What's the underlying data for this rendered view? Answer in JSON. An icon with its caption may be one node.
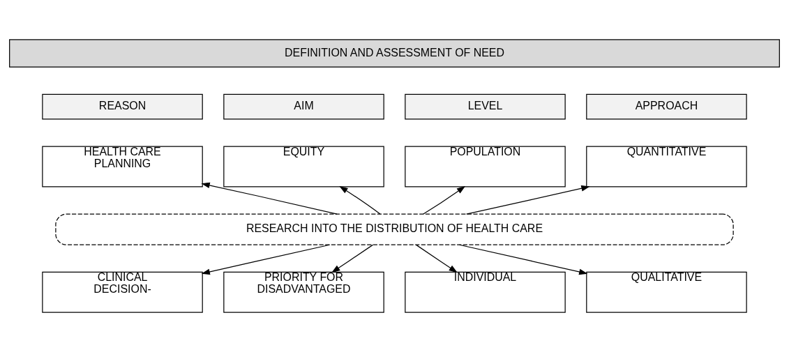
{
  "diagram": {
    "nodes": [
      {
        "text": [
          "DEFINITION AND ASSESSMENT OF NEED"
        ]
      },
      {
        "text": [
          "REASON"
        ]
      },
      {
        "text": [
          "AIM"
        ]
      },
      {
        "text": [
          "LEVEL"
        ]
      },
      {
        "text": [
          "APPROACH"
        ]
      },
      {
        "text": [
          "HEALTH CARE PLANNING"
        ]
      },
      {
        "text": [
          "EQUITY"
        ]
      },
      {
        "text": [
          "POPULATION"
        ]
      },
      {
        "text": [
          "QUANTITATIVE"
        ]
      },
      {
        "text": [
          "RESEARCH INTO THE DISTRIBUTION OF HEALTH CARE"
        ]
      },
      {
        "text": [
          "CLINICAL DECISION-"
        ]
      },
      {
        "text": [
          "PRIORITY FOR DISADVANTAGED"
        ]
      },
      {
        "text": [
          "INDIVIDUAL"
        ]
      },
      {
        "text": [
          "QUALITATIVE"
        ]
      }
    ],
    "edges": [
      {
        "from": 9,
        "to": 5,
        "arrow": "to"
      },
      {
        "from": 9,
        "to": 6,
        "arrow": "to"
      },
      {
        "from": 9,
        "to": 7,
        "arrow": "to"
      },
      {
        "from": 9,
        "to": 8,
        "arrow": "to"
      },
      {
        "from": 9,
        "to": 10,
        "arrow": "to"
      },
      {
        "from": 9,
        "to": 11,
        "arrow": "to"
      },
      {
        "from": 9,
        "to": 12,
        "arrow": "to"
      },
      {
        "from": 9,
        "to": 13,
        "arrow": "to"
      }
    ]
  }
}
